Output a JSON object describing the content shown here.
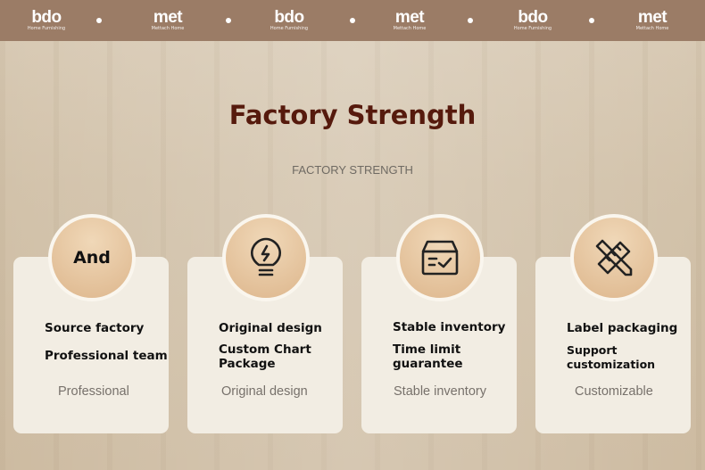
{
  "header": {
    "logos": [
      {
        "mark": "bdo",
        "sub": "Home Furnishing"
      },
      {
        "mark": "met",
        "sub": "Mettach Home"
      },
      {
        "mark": "bdo",
        "sub": "Home Furnishing"
      },
      {
        "mark": "met",
        "sub": "Mettach Home"
      },
      {
        "mark": "bdo",
        "sub": "Home Furnishing"
      },
      {
        "mark": "met",
        "sub": "Mettach Home"
      }
    ]
  },
  "title": "Factory Strength",
  "subtitle": "FACTORY STRENGTH",
  "cards": [
    {
      "icon": "text",
      "icon_text": "And",
      "line1": "Source factory",
      "line2": "Professional team",
      "caption": "Professional"
    },
    {
      "icon": "lightbulb-icon",
      "line1": "Original design",
      "line2": "Custom Chart Package",
      "caption": "Original design"
    },
    {
      "icon": "box-check-icon",
      "line1": "Stable inventory",
      "line2": "Time limit guarantee",
      "caption": "Stable inventory"
    },
    {
      "icon": "ruler-pencil-icon",
      "line1": "Label packaging",
      "line2": "Support customization",
      "caption": "Customizable"
    }
  ]
}
